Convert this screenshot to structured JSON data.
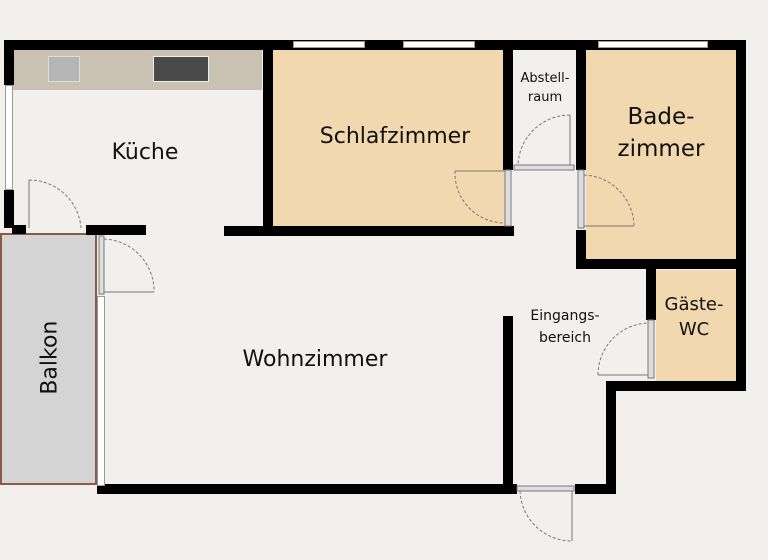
{
  "rooms": {
    "kitchen": {
      "label": "Küche"
    },
    "bedroom": {
      "label": "Schlafzimmer"
    },
    "storage": {
      "label_line1": "Abstell-",
      "label_line2": "raum"
    },
    "bathroom": {
      "label_line1": "Bade-",
      "label_line2": "zimmer"
    },
    "guest_wc": {
      "label_line1": "Gäste-",
      "label_line2": "WC"
    },
    "entrance": {
      "label_line1": "Eingangs-",
      "label_line2": "bereich"
    },
    "living": {
      "label": "Wohnzimmer"
    },
    "balcony": {
      "label": "Balkon"
    }
  },
  "colors": {
    "background": "#f1f0ed",
    "wall": "#000000",
    "private_room": "#f2d8ae",
    "balcony": "#d4d4d4",
    "balcony_border": "#8a5a44",
    "counter": "#c9c1b1"
  }
}
